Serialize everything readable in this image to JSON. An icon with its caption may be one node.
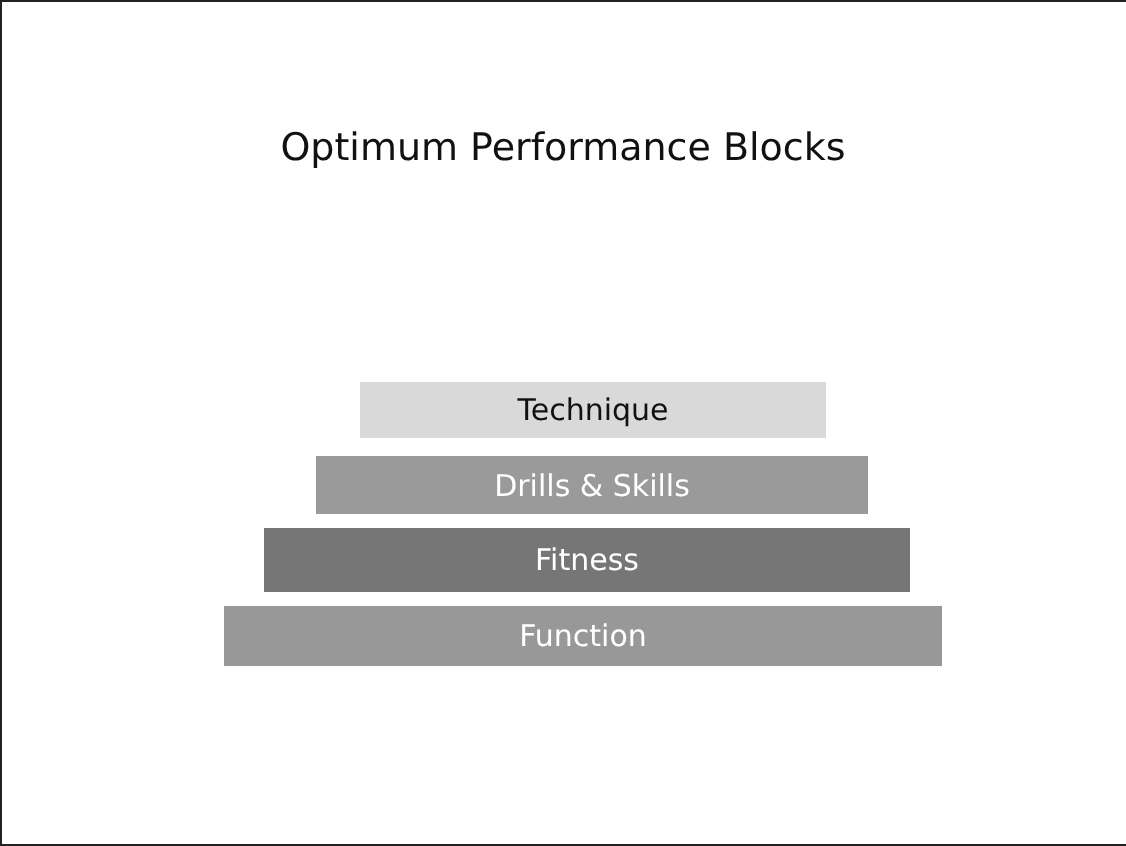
{
  "diagram": {
    "title": "Optimum Performance Blocks",
    "nodes": [
      {
        "text": [
          "Technique"
        ]
      },
      {
        "text": [
          "Drills & Skills"
        ]
      },
      {
        "text": [
          "Fitness"
        ]
      },
      {
        "text": [
          "Function"
        ]
      }
    ]
  }
}
